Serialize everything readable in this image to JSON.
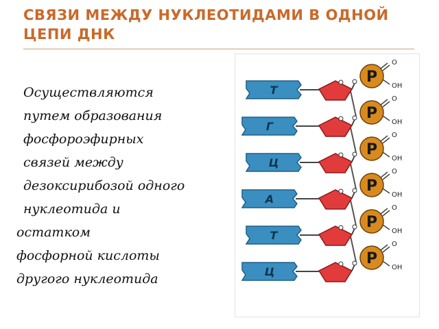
{
  "slide": {
    "title": "СВЯЗИ МЕЖДУ НУКЛЕОТИДАМИ В ОДНОЙ ЦЕПИ ДНК",
    "body_lines": [
      "Осуществляются",
      "путем образования",
      "фосфороэфирных",
      "связей между",
      "дезоксирибозой одного",
      "нуклеотида и",
      "остатком",
      "фосфорной кислоты",
      "другого  нуклеотида"
    ],
    "title_color": "#c96a2a"
  },
  "figure": {
    "nucleotides": [
      {
        "base": "Т"
      },
      {
        "base": "Г"
      },
      {
        "base": "Ц"
      },
      {
        "base": "А"
      },
      {
        "base": "Т"
      },
      {
        "base": "Ц"
      }
    ],
    "phosphate_label": "P",
    "oxygen_label": "O",
    "hydroxyl_label": "OH",
    "base_color": "#3a8fc0",
    "sugar_color": "#e23b3b",
    "phosphate_color": "#d98a1e"
  }
}
